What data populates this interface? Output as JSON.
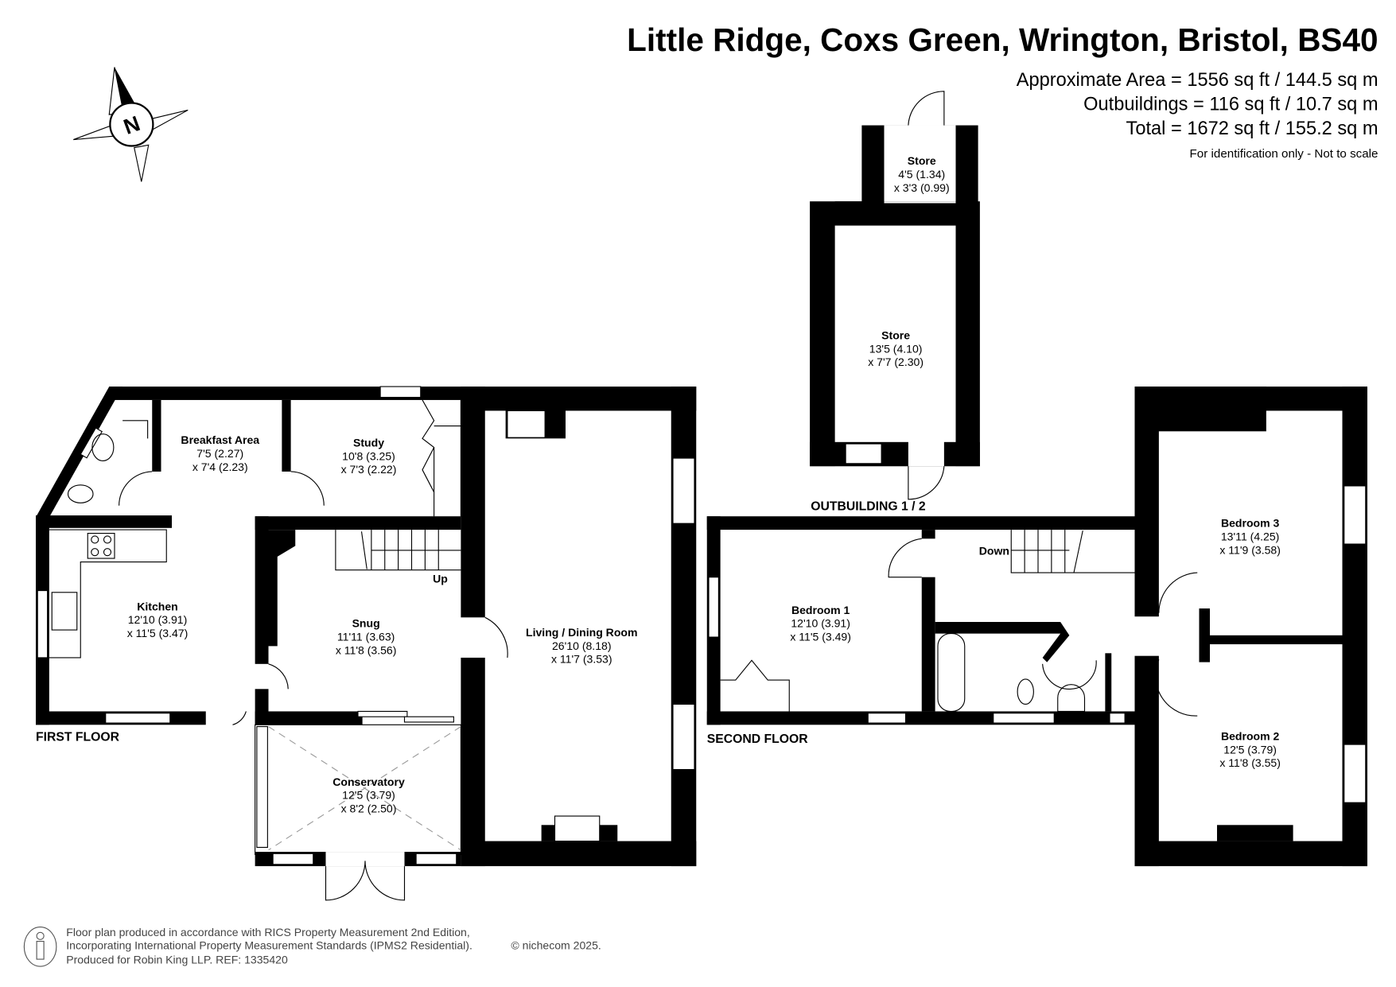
{
  "header": {
    "title": "Little Ridge, Coxs Green, Wrington, Bristol, BS40",
    "area_approx": "Approximate Area = 1556 sq ft / 144.5 sq m",
    "area_outbuildings": "Outbuildings = 116 sq ft / 10.7 sq m",
    "area_total": "Total = 1672 sq ft / 155.2 sq m",
    "disclaimer": "For identification only - Not to scale"
  },
  "compass": {
    "label": "N"
  },
  "floors": {
    "first": "FIRST FLOOR",
    "second": "SECOND FLOOR",
    "outbuilding": "OUTBUILDING 1 / 2"
  },
  "rooms": {
    "breakfast": {
      "name": "Breakfast  Area",
      "dim1": "7'5 (2.27)",
      "dim2": "x 7'4 (2.23)"
    },
    "study": {
      "name": "Study",
      "dim1": "10'8 (3.25)",
      "dim2": "x 7'3 (2.22)"
    },
    "kitchen": {
      "name": "Kitchen",
      "dim1": "12'10 (3.91)",
      "dim2": "x 11'5 (3.47)"
    },
    "snug": {
      "name": "Snug",
      "dim1": "11'11 (3.63)",
      "dim2": "x 11'8 (3.56)"
    },
    "living": {
      "name": "Living / Dining Room",
      "dim1": "26'10 (8.18)",
      "dim2": "x 11'7 (3.53)"
    },
    "conservatory": {
      "name": "Conservatory",
      "dim1": "12'5 (3.79)",
      "dim2": "x 8'2 (2.50)"
    },
    "store_small": {
      "name": "Store",
      "dim1": "4'5 (1.34)",
      "dim2": "x 3'3 (0.99)"
    },
    "store_large": {
      "name": "Store",
      "dim1": "13'5 (4.10)",
      "dim2": "x 7'7 (2.30)"
    },
    "bedroom1": {
      "name": "Bedroom 1",
      "dim1": "12'10 (3.91)",
      "dim2": "x 11'5 (3.49)"
    },
    "bedroom2": {
      "name": "Bedroom 2",
      "dim1": "12'5 (3.79)",
      "dim2": "x 11'8 (3.55)"
    },
    "bedroom3": {
      "name": "Bedroom 3",
      "dim1": "13'11 (4.25)",
      "dim2": "x 11'9 (3.58)"
    }
  },
  "stairs": {
    "up": "Up",
    "down": "Down"
  },
  "footer": {
    "line1": "Floor plan produced in accordance with RICS Property Measurement 2nd Edition,",
    "line2": "Incorporating International Property Measurement Standards (IPMS2 Residential).",
    "copyright": "© nichecom 2025.",
    "line3": "Produced for Robin King LLP.   REF:  1335420"
  }
}
